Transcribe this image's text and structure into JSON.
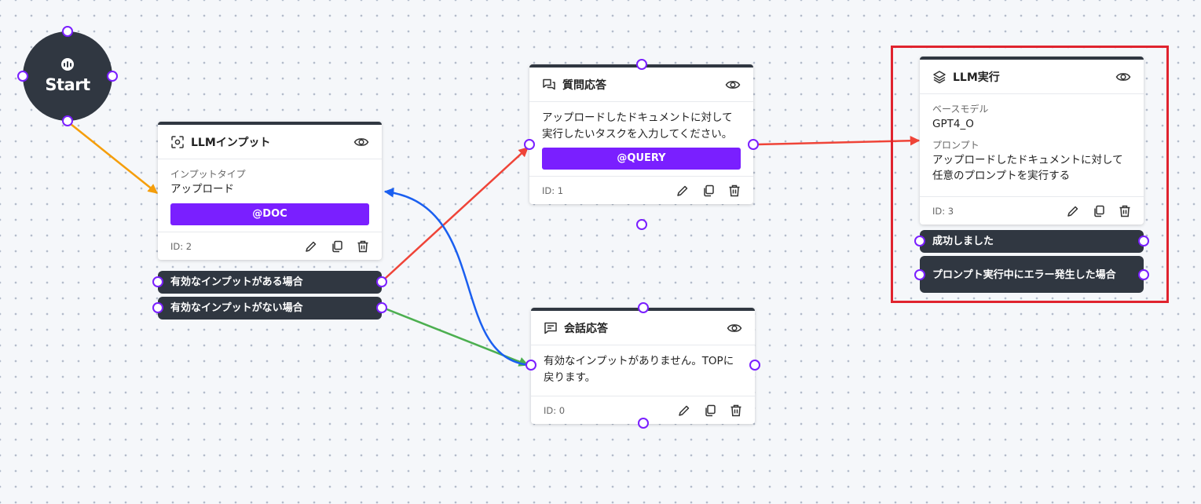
{
  "start": {
    "label": "Start"
  },
  "nodes": {
    "llm_input": {
      "title": "LLMインプット",
      "field_label": "インプットタイプ",
      "field_value": "アップロード",
      "badge": "@DOC",
      "id_label": "ID: 2",
      "conditions": [
        "有効なインプットがある場合",
        "有効なインプットがない場合"
      ]
    },
    "qa": {
      "title": "質問応答",
      "text": "アップロードしたドキュメントに対して実行したいタスクを入力してください。",
      "badge": "@QUERY",
      "id_label": "ID: 1"
    },
    "chat": {
      "title": "会話応答",
      "text": "有効なインプットがありません。TOPに戻ります。",
      "id_label": "ID: 0"
    },
    "llm_exec": {
      "title": "LLM実行",
      "model_label": "ベースモデル",
      "model_value": "GPT4_O",
      "prompt_label": "プロンプト",
      "prompt_value": "アップロードしたドキュメントに対して任意のプロンプトを実行する",
      "id_label": "ID: 3",
      "conditions": [
        "成功しました",
        "プロンプト実行中にエラー発生した場合"
      ]
    }
  },
  "edge_colors": {
    "start_to_input": "#f59e0b",
    "valid_to_qa": "#ef4438",
    "qa_to_exec": "#ef4438",
    "invalid_to_chat": "#4caf50",
    "chat_to_input": "#1a5ff0"
  },
  "colors": {
    "accent": "#7a1fff",
    "node_dark": "#303741",
    "selection": "#e0232e"
  },
  "icons": {
    "llm_input": "scan-icon",
    "qa": "chat-bubbles-icon",
    "chat": "message-icon",
    "llm_exec": "layers-icon",
    "view": "eye-icon",
    "edit": "pencil-icon",
    "copy": "copy-icon",
    "delete": "trash-icon"
  }
}
